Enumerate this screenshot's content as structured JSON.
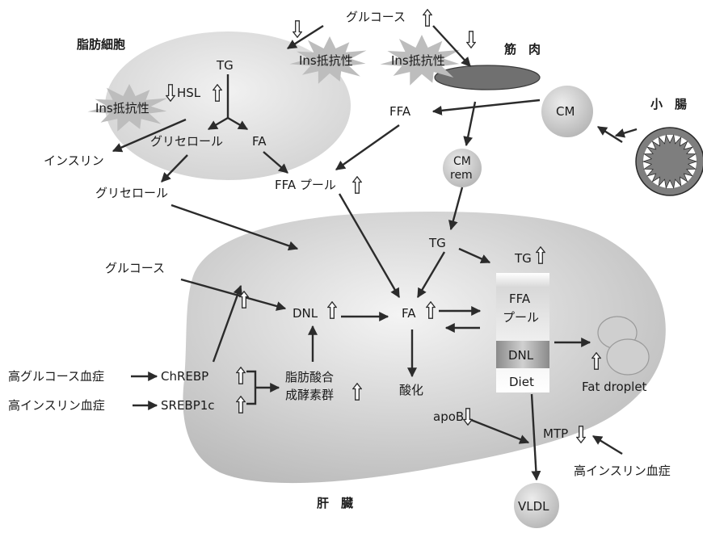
{
  "regions": {
    "adipocyte": "脂肪細胞",
    "muscle": "筋　肉",
    "intestine": "小　腸",
    "liver": "肝　臓"
  },
  "labels": {
    "glucose_top": "グルコース",
    "ins_res_1": "Ins抵抗性",
    "ins_res_2": "Ins抵抗性",
    "ins_res_3": "Ins抵抗性",
    "tg_adipo": "TG",
    "hsl": "HSL",
    "glycerol_inner": "グリセロール",
    "fa_adipo": "FA",
    "insulin": "インスリン",
    "glycerol_outer": "グリセロール",
    "ffa_muscle": "FFA",
    "cm": "CM",
    "cm_rem_1": "CM",
    "cm_rem_2": "rem",
    "ffa_pool": "FFA プール",
    "tg_liver": "TG",
    "glucose_liver": "グルコース",
    "dnl": "DNL",
    "fa_liver": "FA",
    "tg_store": "TG",
    "ffa_store_1": "FFA",
    "ffa_store_2": "プール",
    "dnl_store": "DNL",
    "diet_store": "Diet",
    "fat_droplet": "Fat droplet",
    "oxidation": "酸化",
    "hyperglycemia": "高グルコース血症",
    "hyperinsulinemia_1": "高インスリン血症",
    "chrebp": "ChREBP",
    "srebp1c": "SREBP1c",
    "enzymes_1": "脂肪酸合",
    "enzymes_2": "成酵素群",
    "apob": "apoB",
    "mtp": "MTP",
    "hyperinsulinemia_2": "高インスリン血症",
    "vldl": "VLDL"
  },
  "colors": {
    "adipocyte_fill": "#e6e6e6",
    "liver_fill": "#d4d4d4",
    "bubble_fill": "#c9c9c9",
    "muscle_fill": "#6f6f6f",
    "starburst_fill": "#bdbdbd",
    "arrow": "#2b2b2b"
  }
}
